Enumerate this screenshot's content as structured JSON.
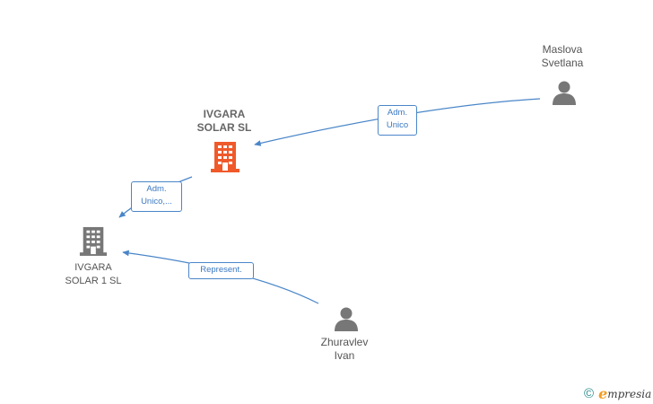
{
  "nodes": {
    "maslova": {
      "label": "Maslova\nSvetlana",
      "type": "person"
    },
    "ivgara_solar": {
      "label": "IVGARA\nSOLAR  SL",
      "type": "company-main"
    },
    "ivgara_solar_1": {
      "label": "IVGARA\nSOLAR 1  SL",
      "type": "company"
    },
    "zhuravlev": {
      "label": "Zhuravlev\nIvan",
      "type": "person"
    }
  },
  "edges": [
    {
      "from": "maslova",
      "to": "ivgara_solar",
      "label": "Adm.\nUnico"
    },
    {
      "from": "ivgara_solar",
      "to": "ivgara_solar_1",
      "label": "Adm.\nUnico,..."
    },
    {
      "from": "zhuravlev",
      "to": "ivgara_solar_1",
      "label": "Represent."
    }
  ],
  "colors": {
    "edge": "#4a86c8",
    "person_icon": "#777777",
    "company_main_icon": "#f0592a",
    "company_icon": "#777777"
  },
  "footer": {
    "copyright_symbol": "©",
    "brand_first": "e",
    "brand_rest": "mpresia"
  }
}
